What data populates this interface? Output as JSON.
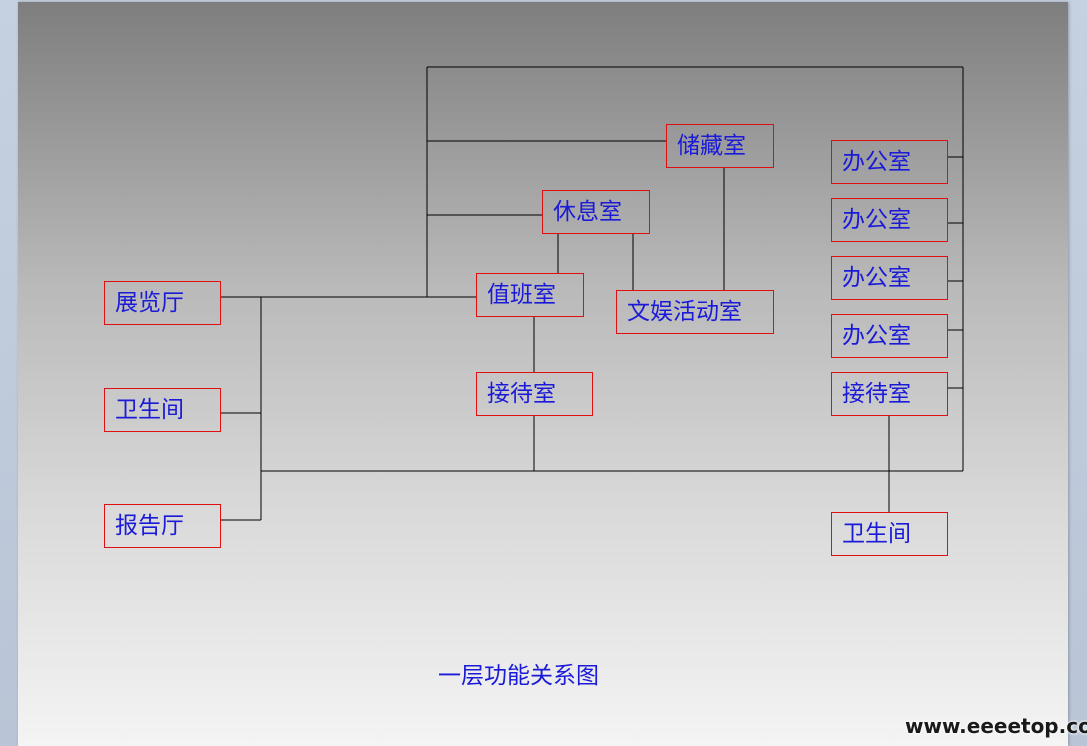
{
  "diagram": {
    "caption": "一层功能关系图",
    "rooms": {
      "exhibition_hall": "展览厅",
      "restroom_left": "卫生间",
      "lecture_hall": "报告厅",
      "storage_room": "储藏室",
      "lounge": "休息室",
      "duty_room": "值班室",
      "recreation_room": "文娱活动室",
      "reception_center": "接待室",
      "office_1": "办公室",
      "office_2": "办公室",
      "office_3": "办公室",
      "office_4": "办公室",
      "reception_right": "接待室",
      "restroom_right": "卫生间"
    }
  },
  "watermark": "www.eeeetop.com",
  "colors": {
    "box_border": "#e01010",
    "text": "#1a1ad8",
    "line": "#000000"
  }
}
